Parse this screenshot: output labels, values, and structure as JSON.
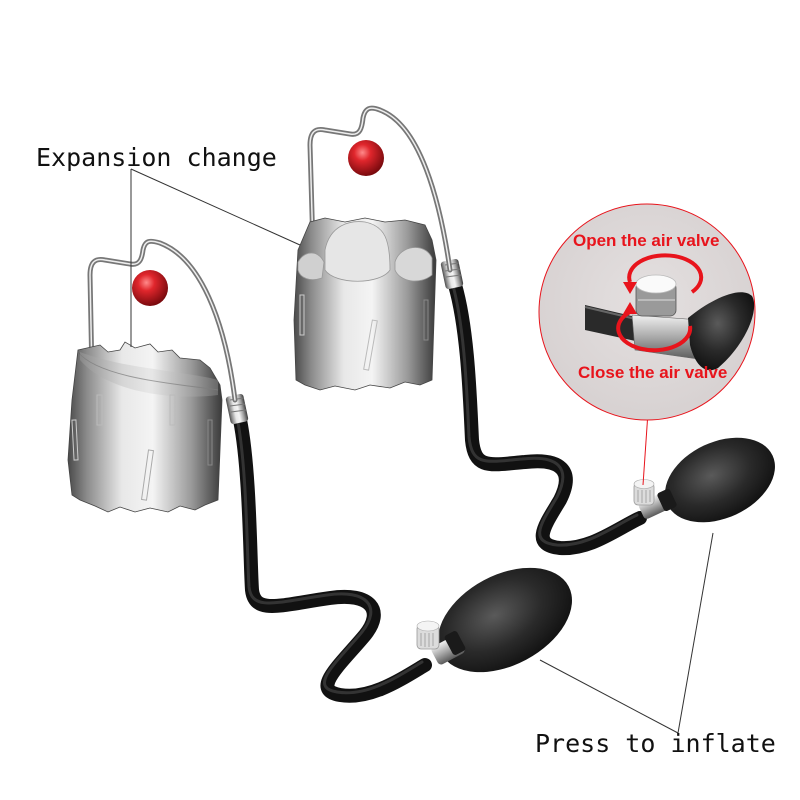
{
  "labels": {
    "expansion_change": "Expansion change",
    "press_to_inflate": "Press to inflate",
    "open_valve": "Open the air valve",
    "close_valve": "Close the air valve"
  },
  "colors": {
    "background": "#ffffff",
    "callout_red": "#e8141c",
    "callout_bg": "#dcd6d6",
    "ball_red": "#c8141c",
    "hose_black": "#1a1a1a",
    "metal_silver": "#b8b8b8",
    "leader_line": "#333333"
  },
  "components": {
    "left_expander": {
      "state": "expanded"
    },
    "right_expander": {
      "state": "contracted"
    },
    "left_bulb": {
      "type": "inflation bulb"
    },
    "right_bulb": {
      "type": "inflation bulb"
    },
    "valve_callout": {
      "icons": [
        "rotate-counterclockwise-arrow",
        "rotate-clockwise-arrow"
      ]
    }
  }
}
